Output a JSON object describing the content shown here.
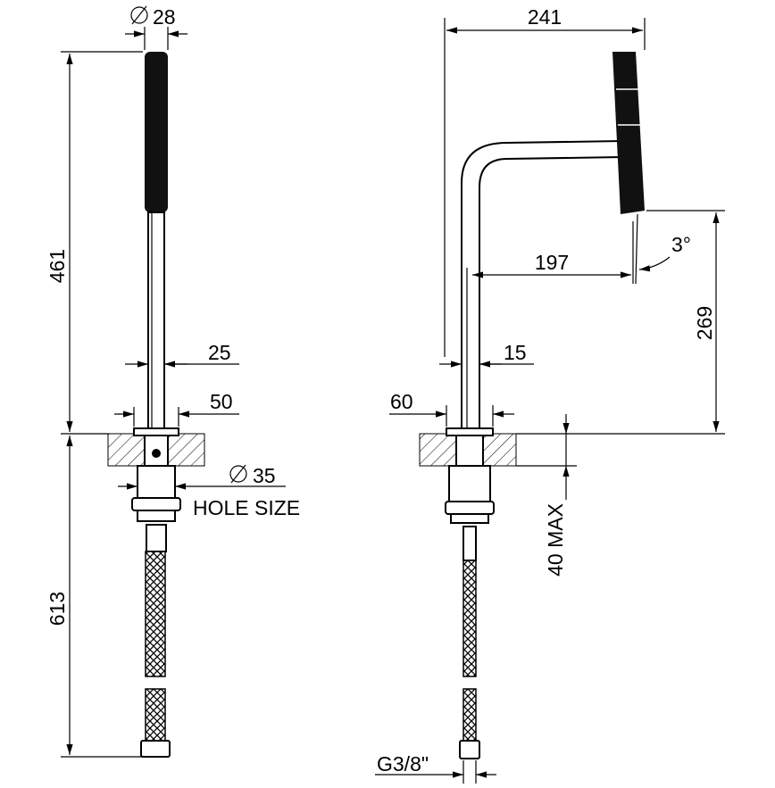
{
  "drawing": {
    "left_view": {
      "dim_diameter_top": "28",
      "dim_total_height": "461",
      "dim_25": "25",
      "dim_50": "50",
      "dim_hole": "35",
      "hole_label": "HOLE SIZE",
      "dim_below": "613"
    },
    "right_view": {
      "dim_reach": "241",
      "dim_spout": "197",
      "dim_angle": "3°",
      "dim_height": "269",
      "dim_15": "15",
      "dim_60": "60",
      "dim_max_deck": "40 MAX",
      "dim_thread": "G3/8\""
    },
    "colors": {
      "line": "#000000",
      "background": "#ffffff"
    }
  }
}
